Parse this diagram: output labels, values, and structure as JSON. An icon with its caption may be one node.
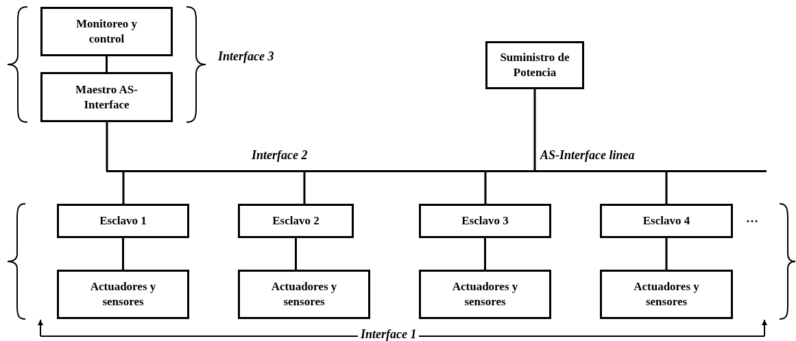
{
  "diagram": {
    "nodes": [
      {
        "text": [
          "Monitoreo y control"
        ]
      },
      {
        "text": [
          "Maestro AS-Interface"
        ]
      },
      {
        "text": [
          "Suministro de Potencia"
        ]
      },
      {
        "text": [],
        "shape": "bar"
      },
      {
        "text": [
          "Esclavo 1"
        ]
      },
      {
        "text": [
          "Esclavo 2"
        ]
      },
      {
        "text": [
          "Esclavo 3"
        ]
      },
      {
        "text": [
          "Esclavo 4"
        ]
      },
      {
        "text": [
          "Actuadores y sensores"
        ]
      },
      {
        "text": [
          "Actuadores y sensores"
        ]
      },
      {
        "text": [
          "Actuadores y sensores"
        ]
      },
      {
        "text": [
          "Actuadores y sensores"
        ]
      }
    ],
    "edges": [
      {
        "from": 0,
        "to": 1,
        "arrow": "none"
      },
      {
        "from": 1,
        "to": 3,
        "arrow": "none"
      },
      {
        "from": 2,
        "to": 3,
        "arrow": "none"
      },
      {
        "from": 3,
        "to": 4,
        "arrow": "none"
      },
      {
        "from": 3,
        "to": 5,
        "arrow": "none"
      },
      {
        "from": 3,
        "to": 6,
        "arrow": "none"
      },
      {
        "from": 3,
        "to": 7,
        "arrow": "none"
      },
      {
        "from": 4,
        "to": 8,
        "arrow": "none"
      },
      {
        "from": 5,
        "to": 9,
        "arrow": "none"
      },
      {
        "from": 6,
        "to": 10,
        "arrow": "none"
      },
      {
        "from": 7,
        "to": 11,
        "arrow": "none"
      }
    ],
    "labels": [
      "Interface 3",
      "Interface 2",
      "AS-Interface linea",
      "…",
      "Interface 1"
    ]
  }
}
